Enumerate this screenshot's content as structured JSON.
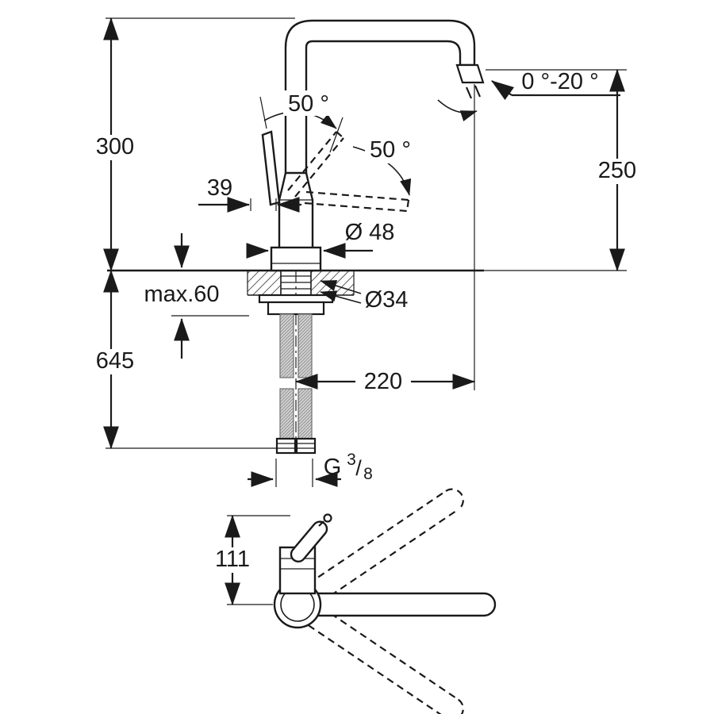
{
  "drawing": {
    "kind": "faucet-dimension-drawing",
    "colors": {
      "line": "#1a1a1a",
      "background": "#ffffff",
      "hose_gray": "#8f8f8f"
    },
    "dims": {
      "height_above_deck": "300",
      "outlet_height": "250",
      "spout_tilt_range": "0 °-20 °",
      "handle_angle_left": "50 °",
      "handle_angle_right": "50 °",
      "handle_offset": "39",
      "base_diameter": "Ø 48",
      "hole_diameter": "Ø34",
      "deck_thickness_max": "max.60",
      "below_deck_length": "645",
      "spout_projection": "220",
      "thread_prefix": "G",
      "thread_numerator": "3",
      "thread_slash": "/",
      "thread_denominator": "8",
      "front_view_height": "111"
    }
  }
}
